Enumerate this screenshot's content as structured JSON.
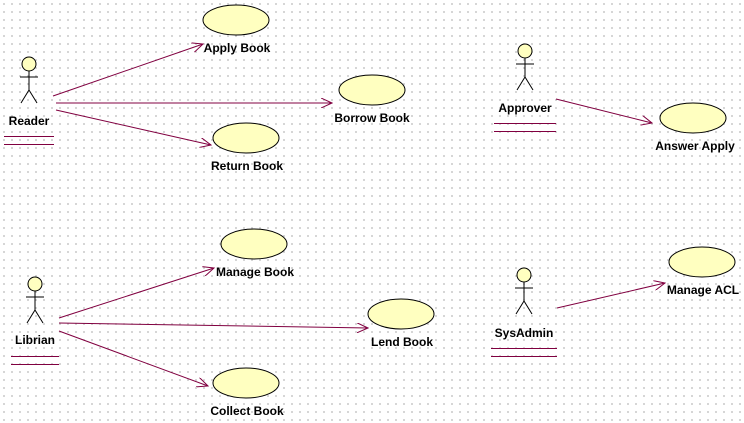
{
  "colors": {
    "line": "#800040",
    "fill": "#ffffc0",
    "stroke": "#000000"
  },
  "actors": [
    {
      "id": "reader",
      "label": "Reader"
    },
    {
      "id": "approver",
      "label": "Approver"
    },
    {
      "id": "librian",
      "label": "Librian"
    },
    {
      "id": "sysadmin",
      "label": "SysAdmin"
    }
  ],
  "use_cases": [
    {
      "id": "apply-book",
      "label": "Apply Book"
    },
    {
      "id": "borrow-book",
      "label": "Borrow Book"
    },
    {
      "id": "return-book",
      "label": "Return Book"
    },
    {
      "id": "answer-apply",
      "label": "Answer Apply"
    },
    {
      "id": "manage-book",
      "label": "Manage Book"
    },
    {
      "id": "lend-book",
      "label": "Lend Book"
    },
    {
      "id": "collect-book",
      "label": "Collect Book"
    },
    {
      "id": "manage-acl",
      "label": "Manage ACL"
    }
  ],
  "associations": [
    {
      "from": "reader",
      "to": "apply-book"
    },
    {
      "from": "reader",
      "to": "borrow-book"
    },
    {
      "from": "reader",
      "to": "return-book"
    },
    {
      "from": "approver",
      "to": "answer-apply"
    },
    {
      "from": "librian",
      "to": "manage-book"
    },
    {
      "from": "librian",
      "to": "lend-book"
    },
    {
      "from": "librian",
      "to": "collect-book"
    },
    {
      "from": "sysadmin",
      "to": "manage-acl"
    }
  ]
}
